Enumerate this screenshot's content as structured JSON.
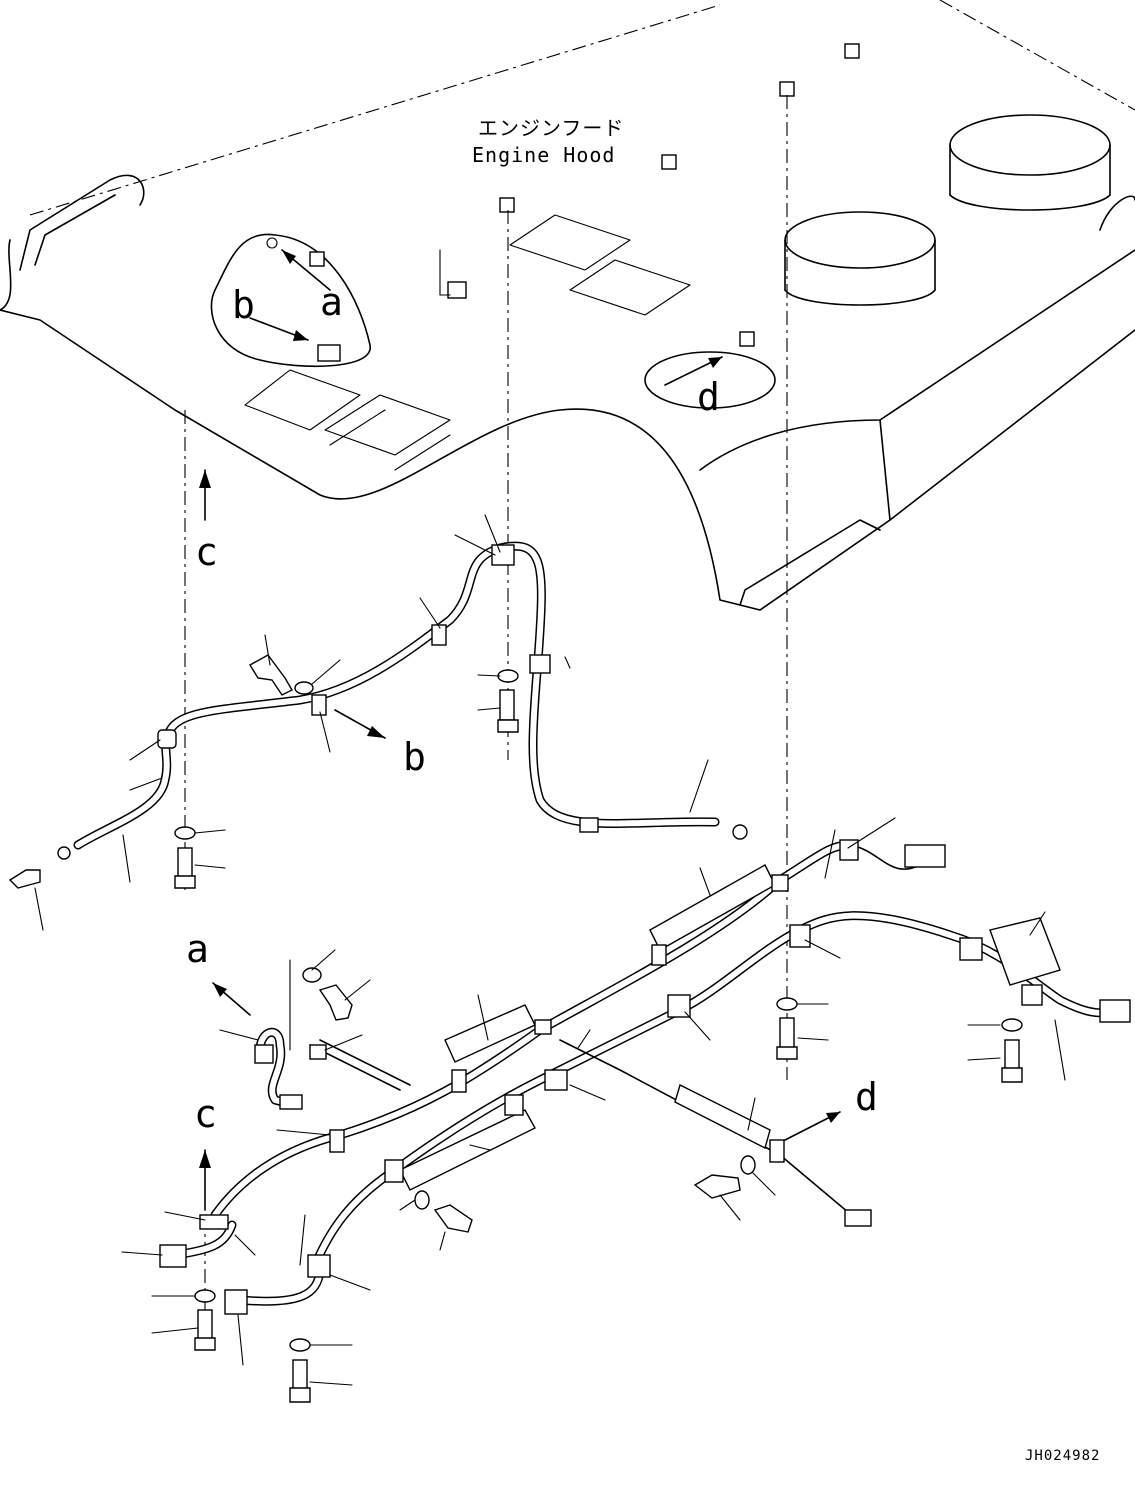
{
  "diagram": {
    "part_label_jp": "エンジンフード",
    "part_label_en": "Engine Hood",
    "drawing_code": "JH024982",
    "view_refs": {
      "a_top": "a",
      "b_top": "b",
      "c_top": "c",
      "d_top": "d",
      "b_mid": "b",
      "a_bottom": "a",
      "c_bottom": "c",
      "d_bottom": "d"
    }
  }
}
